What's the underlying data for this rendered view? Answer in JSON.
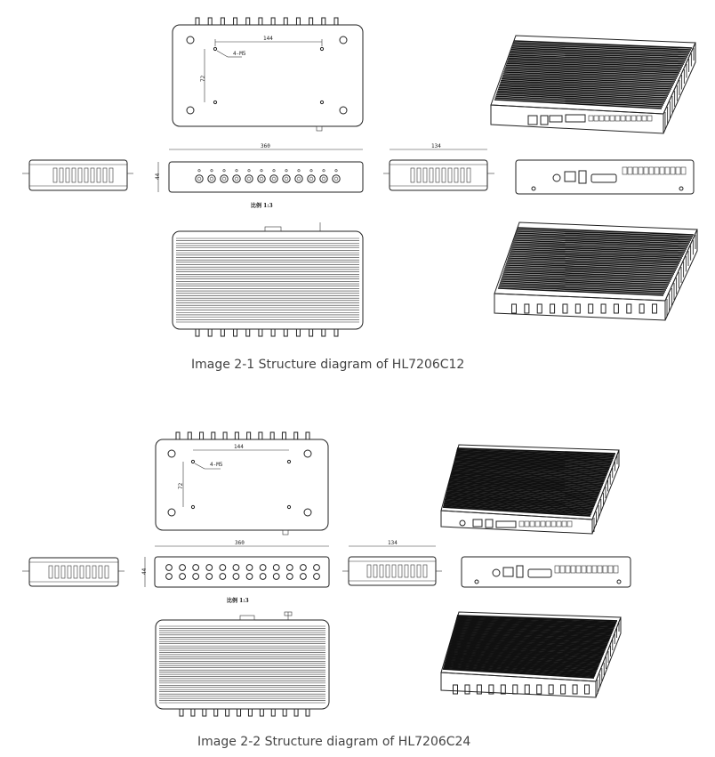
{
  "figures": [
    {
      "caption": "Image 2-1 Structure diagram of HL7206C12",
      "dims": {
        "hole_w": "144",
        "hole_h": "72",
        "holes": "4-M5",
        "length": "360",
        "width": "134",
        "height": "44"
      },
      "scale_label": "比例 1:3",
      "connectors_front": 12
    },
    {
      "caption": "Image 2-2 Structure diagram of HL7206C24",
      "dims": {
        "hole_w": "144",
        "hole_h": "72",
        "holes": "4-M5",
        "length": "360",
        "width": "134",
        "height": "44"
      },
      "scale_label": "比例 1:3",
      "connectors_front": 24
    }
  ]
}
